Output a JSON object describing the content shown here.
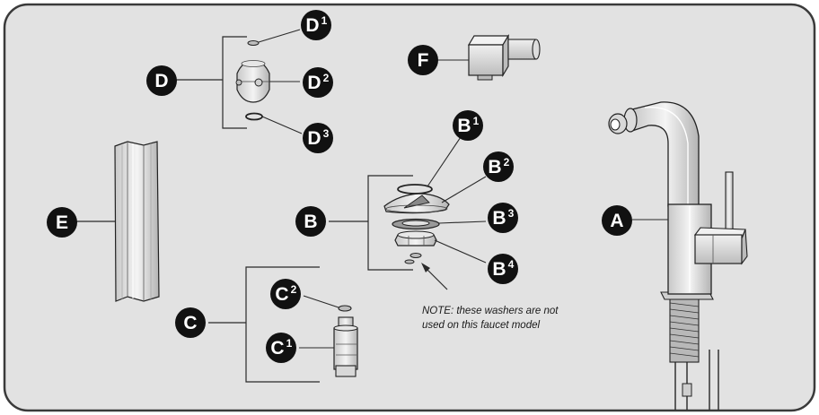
{
  "diagram": {
    "labels": {
      "A": {
        "letter": "A",
        "sup": ""
      },
      "B": {
        "letter": "B",
        "sup": ""
      },
      "B1": {
        "letter": "B",
        "sup": "1"
      },
      "B2": {
        "letter": "B",
        "sup": "2"
      },
      "B3": {
        "letter": "B",
        "sup": "3"
      },
      "B4": {
        "letter": "B",
        "sup": "4"
      },
      "C": {
        "letter": "C",
        "sup": ""
      },
      "C1": {
        "letter": "C",
        "sup": "1"
      },
      "C2": {
        "letter": "C",
        "sup": "2"
      },
      "D": {
        "letter": "D",
        "sup": ""
      },
      "D1": {
        "letter": "D",
        "sup": "1"
      },
      "D2": {
        "letter": "D",
        "sup": "2"
      },
      "D3": {
        "letter": "D",
        "sup": "3"
      },
      "E": {
        "letter": "E",
        "sup": ""
      },
      "F": {
        "letter": "F",
        "sup": ""
      }
    },
    "note": {
      "line1": "NOTE: these washers are not",
      "line2": "used on this faucet model"
    },
    "colors": {
      "panel": "#e2e2e2",
      "border": "#3a3a3a",
      "badge": "#111111",
      "badge_text": "#ffffff",
      "line": "#2a2a2a"
    }
  }
}
